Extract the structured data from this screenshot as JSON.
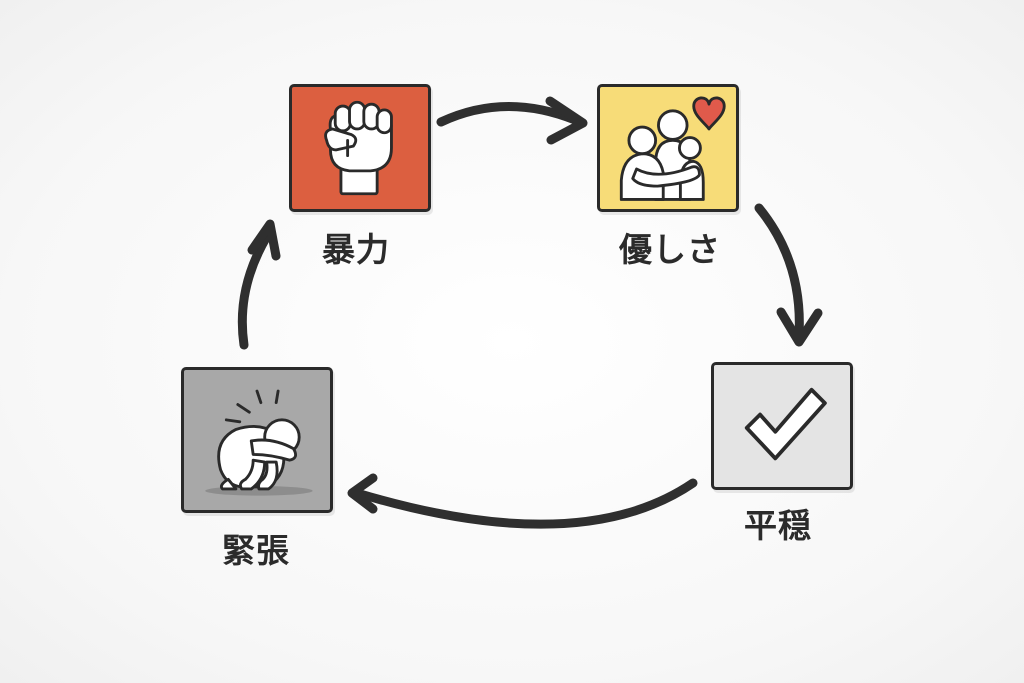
{
  "cycle": {
    "stages": [
      {
        "label": "暴力",
        "icon": "raised-fist-icon",
        "color": "#dc5f40"
      },
      {
        "label": "優しさ",
        "icon": "hugging-people-heart-icon",
        "color": "#f7dc78"
      },
      {
        "label": "平穏",
        "icon": "check-mark-icon",
        "color": "#e4e4e4"
      },
      {
        "label": "緊張",
        "icon": "crouching-person-anxious-icon",
        "color": "#a8a8a8"
      }
    ]
  },
  "colors": {
    "arrow": "#2f2f2f",
    "outline": "#2a2a2a",
    "heart": "#e05a4b",
    "background": "#f7f7f7"
  }
}
